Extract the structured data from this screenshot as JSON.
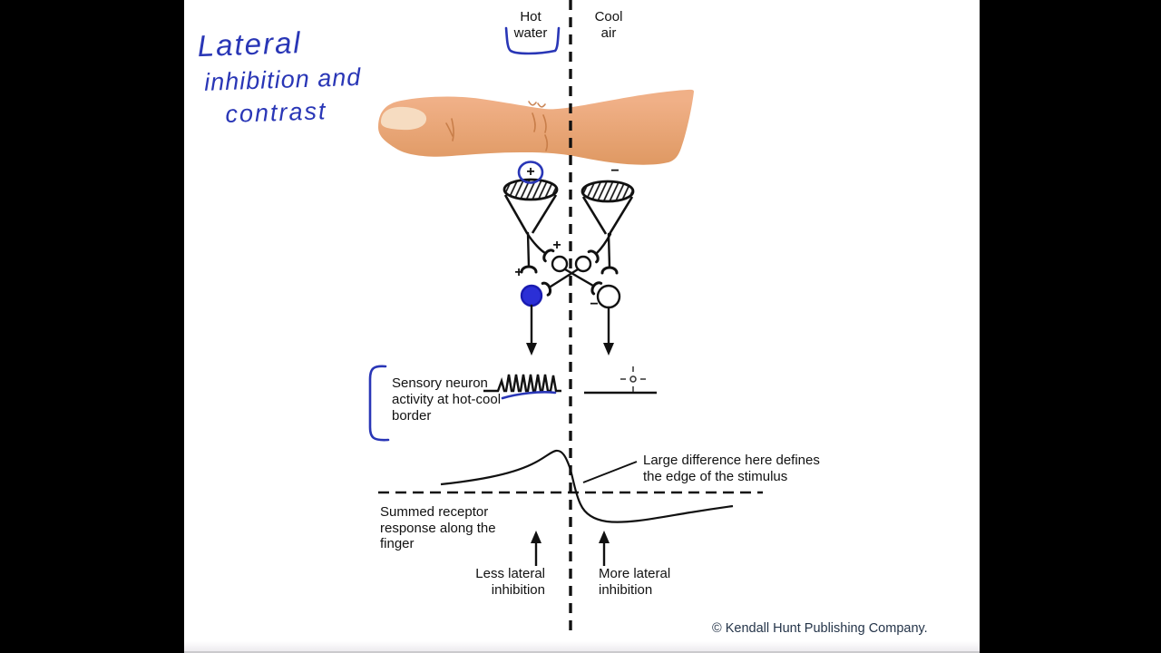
{
  "frame": {
    "letterbox_color": "#000000",
    "slide_bg": "#ffffff"
  },
  "colors": {
    "ink_blue": "#2936b6",
    "neuron_blue": "#2b2fd6",
    "neuron_blue_rim": "#191bb0",
    "line_black": "#111111",
    "finger_main": "#f0b087",
    "finger_shade": "#df9963",
    "finger_nail": "#f6dcc1",
    "crease": "#c57a45",
    "copyright_text": "#243449"
  },
  "handwriting": {
    "line1": "Lateral",
    "line2": "inhibition and",
    "line3": "contrast"
  },
  "stimulus": {
    "hot_label": "Hot\nwater",
    "cool_label": "Cool\nair"
  },
  "circuit_signs": {
    "hot_receptor_plus": "+",
    "cool_receptor_minus": "−",
    "interneuron_plus": "+",
    "direct_synapse_plus": "+",
    "output_minus": "−"
  },
  "activity": {
    "caption": "Sensory neuron\nactivity at hot-cool\nborder"
  },
  "response": {
    "caption": "Summed receptor\nresponse along the\nfinger",
    "edge_note": "Large difference here defines\nthe edge of the stimulus",
    "less_label": "Less lateral\ninhibition",
    "more_label": "More lateral\ninhibition"
  },
  "footer": {
    "copyright": "© Kendall Hunt Publishing Company."
  }
}
